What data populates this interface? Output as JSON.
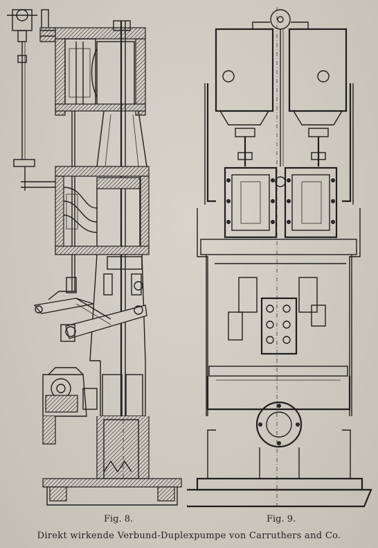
{
  "figures": [
    {
      "label": "Fig. 8."
    },
    {
      "label": "Fig. 9."
    }
  ],
  "caption": "Direkt wirkende Verbund-Duplexpumpe von Carruthers and Co."
}
